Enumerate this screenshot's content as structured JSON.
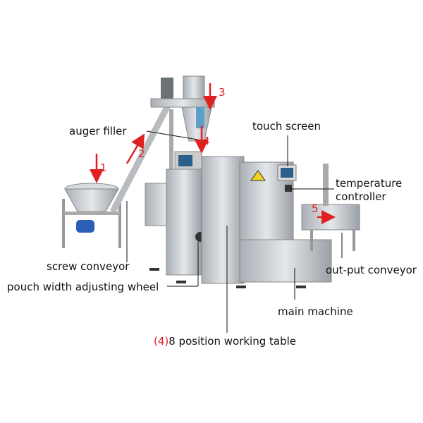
{
  "labels": {
    "auger_filler": "auger filler",
    "touch_screen": "touch screen",
    "temperature_controller_1": "temperature",
    "temperature_controller_2": "controller",
    "screw_conveyor": "screw conveyor",
    "output_conveyor": "out-put conveyor",
    "pouch_width_wheel": "pouch width adjusting wheel",
    "main_machine": "main machine",
    "working_table_prefix": "(4)",
    "working_table": "8 position working table"
  },
  "steps": [
    "1",
    "2",
    "3",
    "4",
    "5"
  ],
  "colors": {
    "accent_red": "#e02020",
    "steel": "#c9cdd1",
    "dark_steel": "#8a9096"
  }
}
